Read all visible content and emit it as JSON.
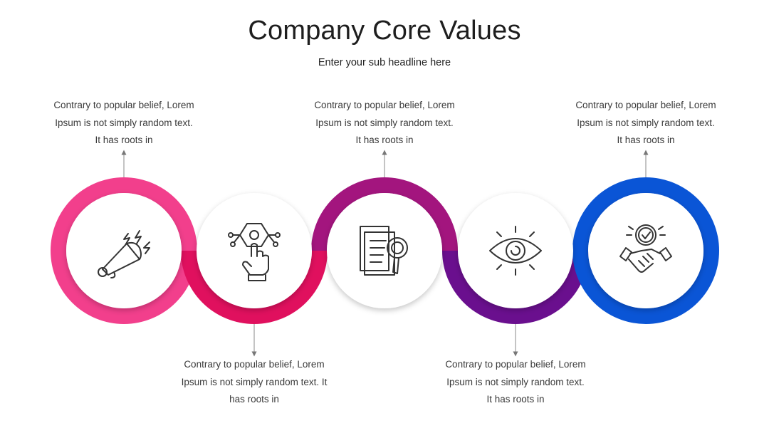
{
  "title": "Company Core Values",
  "subtitle": "Enter your sub headline here",
  "steps": [
    {
      "icon": "megaphone-icon",
      "color": "#f23f8c",
      "text_lines": [
        "Contrary to popular belief, Lorem",
        "Ipsum is not simply random text.",
        "It has roots in"
      ]
    },
    {
      "icon": "touch-hexagon-icon",
      "color": "#e0105e",
      "text_lines": [
        "Contrary to popular belief, Lorem",
        "Ipsum is not simply random text. It",
        "has roots in"
      ]
    },
    {
      "icon": "document-search-icon",
      "color": "#a3157e",
      "text_lines": [
        "Contrary to popular belief, Lorem",
        "Ipsum is not simply random text.",
        "It has roots in"
      ]
    },
    {
      "icon": "eye-icon",
      "color": "#6a0f8e",
      "text_lines": [
        "Contrary to popular belief, Lorem",
        "Ipsum is not simply random text.",
        "It has roots in"
      ]
    },
    {
      "icon": "handshake-icon",
      "color": "#0a55d6",
      "text_lines": [
        "Contrary to popular belief, Lorem",
        "Ipsum is not simply random text.",
        "It has roots in"
      ]
    }
  ]
}
